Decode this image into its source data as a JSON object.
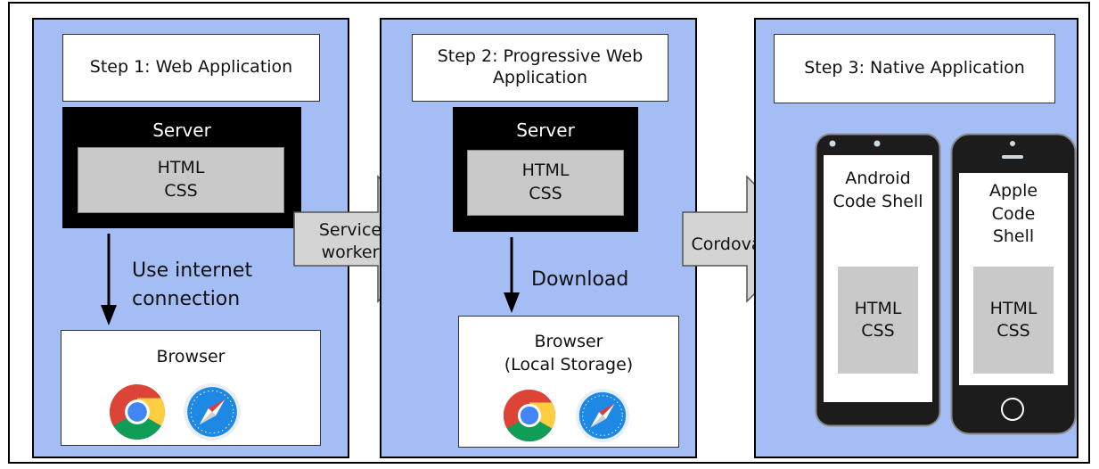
{
  "steps": [
    {
      "title": "Step 1: Web Application",
      "server": {
        "title": "Server",
        "lines": [
          "HTML",
          "CSS"
        ]
      },
      "connection_caption": [
        "Use internet",
        "connection"
      ],
      "browser": {
        "lines": [
          "Browser"
        ]
      }
    },
    {
      "title_lines": [
        "Step 2: Progressive Web",
        "Application"
      ],
      "server": {
        "title": "Server",
        "lines": [
          "HTML",
          "CSS"
        ]
      },
      "connection_caption": [
        "Download"
      ],
      "browser": {
        "lines": [
          "Browser",
          "(Local Storage)"
        ]
      }
    },
    {
      "title": "Step 3: Native Application",
      "phones": [
        {
          "label_lines": [
            "Android",
            "Code Shell"
          ],
          "code_lines": [
            "HTML",
            "CSS"
          ]
        },
        {
          "label_lines": [
            "Apple",
            "Code",
            "Shell"
          ],
          "code_lines": [
            "HTML",
            "CSS"
          ]
        }
      ]
    }
  ],
  "transitions": [
    {
      "label_lines": [
        "Service",
        "worker"
      ]
    },
    {
      "label_lines": [
        "Cordova"
      ]
    }
  ],
  "icons": [
    "chrome-icon",
    "safari-icon"
  ],
  "colors": {
    "panel": "#a4bdf4",
    "server_bg": "#000000",
    "code_box": "#c9c9c9",
    "arrow_fill": "#d4d4d4"
  }
}
